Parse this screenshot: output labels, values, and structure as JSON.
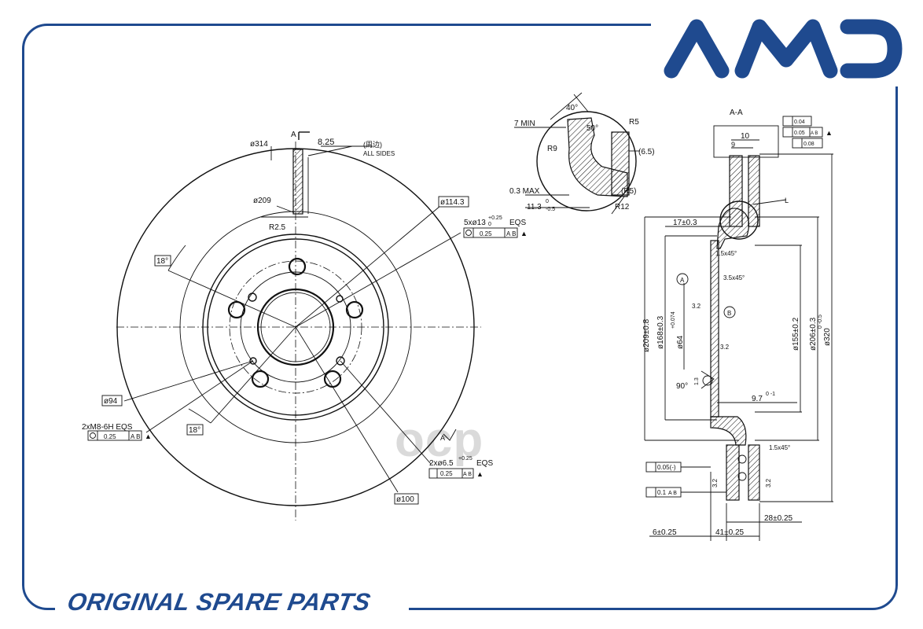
{
  "brand": {
    "logo_text": "AMD",
    "tagline": "ORIGINAL SPARE PARTS",
    "color": "#1f4a8f",
    "watermark": "ocp"
  },
  "front_view": {
    "section_mark": "A",
    "dia_outer": "ø314",
    "thickness": "8.25",
    "finish_note": "(周边)",
    "all_sides": "ALL SIDES",
    "dia_209": "ø209",
    "radius_r25": "R2.5",
    "angle_18_top": "18°",
    "angle_18_bottom": "18°",
    "dia_114": "ø114.3",
    "holes_5": "5xø13",
    "holes_5_tol_up": "+0.25",
    "holes_5_tol_low": "0",
    "holes_5_eqs": "EQS",
    "tol_025": "0.25",
    "datum_ab": "A B",
    "dia_94": "ø94",
    "thread": "2xM8-6H  EQS",
    "holes_2": "2xø6.5",
    "holes_2_tol": "+0.25",
    "holes_2_eqs": "EQS",
    "dia_100": "ø100",
    "mark_a": "A"
  },
  "detail_view": {
    "angle_40": "40°",
    "min_7": "7  MIN",
    "angle_50": "50°",
    "r5": "R5",
    "r9": "R9",
    "dim_65": "(6.5)",
    "max_03": "0.3  MAX",
    "r5b": "(R5)",
    "dim_113": "11.3",
    "dim_113_tol_up": "0",
    "dim_113_tol_low": "-0.5",
    "r12": "R12"
  },
  "section_view": {
    "title": "A-A",
    "tol_004": "0.04",
    "tol_005": "0.05",
    "tol_008": "0.08",
    "datum_ab": "A B",
    "dim_10": "10",
    "dim_9": "9",
    "dim_17": "17±0.3",
    "chamfer_15": "1.5x45°",
    "chamfer_35": "3.5x45°",
    "circle_a": "A",
    "circle_b": "B",
    "rough_32": "3.2",
    "dia_2098": "ø209±0.8",
    "dia_168": "ø168±0.3",
    "dia_64": "ø64",
    "dia_64_tol": "+0.074",
    "dia_155": "ø155±0.2",
    "dia_206": "ø206±0.3",
    "dia_320": "ø320",
    "dia_320_tol": "0 -0.5",
    "angle_90": "90°",
    "dim_13": "1.3",
    "dim_97": "9.7",
    "dim_97_tol": "0 -1",
    "chamfer_15b": "1.5x45°",
    "tol_005b": "0.05(-)",
    "tol_01": "0.1",
    "datum_ab2": "A B",
    "dim_28": "28±0.25",
    "dim_6": "6±0.25",
    "dim_41": "41±0.25",
    "mark_l": "L"
  }
}
